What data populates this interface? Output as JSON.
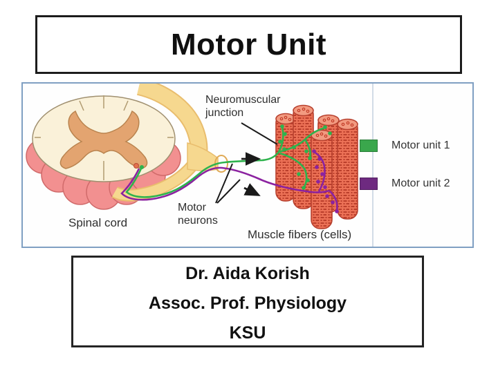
{
  "slide": {
    "title": "Motor Unit",
    "credits": [
      "Dr. Aida Korish",
      "Assoc. Prof. Physiology",
      "KSU"
    ]
  },
  "figure": {
    "labels": {
      "neuromuscular_junction": "Neuromuscular\njunction",
      "spinal_cord": "Spinal cord",
      "motor_neurons": "Motor\nneurons",
      "muscle_fibers": "Muscle fibers (cells)"
    },
    "legend": [
      {
        "label": "Motor unit 1",
        "color": "#3aa74c"
      },
      {
        "label": "Motor unit 2",
        "color": "#6e2a80"
      }
    ],
    "colors": {
      "motor_unit_1_green": "#2eb34d",
      "motor_unit_2_purple": "#8b22a0",
      "muscle_fiber_red": "#ec7156",
      "muscle_striation": "#a82d1c",
      "nerve_bundle_yellow": "#f6d88f",
      "spinal_cord_cream": "#faf1d9",
      "gray_matter_tan": "#e3a470",
      "cord_rim_pink": "#f29090",
      "figure_border_blue": "#7f9fc2"
    }
  }
}
